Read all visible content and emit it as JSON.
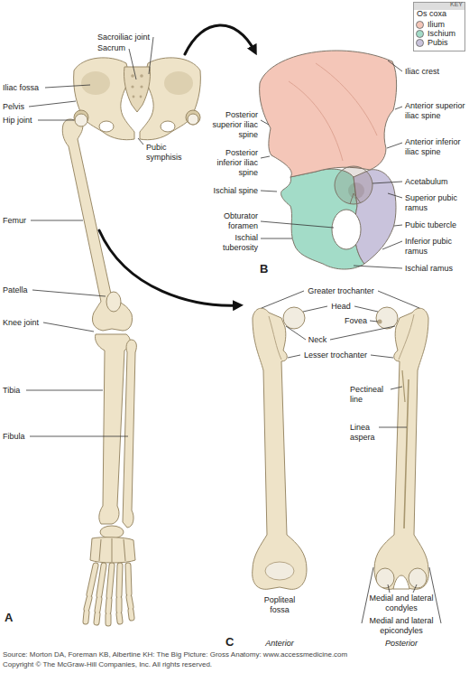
{
  "diagram": {
    "labels": [
      "Iliac fossa",
      "Sacroiliac joint",
      "Sacrum",
      "Pelvis",
      "Hip joint",
      "Pubic symphisis",
      "Femur",
      "Patella",
      "Knee joint",
      "Tibia",
      "Fibula",
      "A",
      "KEY",
      "Os coxa",
      "Iliac crest",
      "Posterior superior iliac spine",
      "Anterior superior iliac spine",
      "Anterior inferior iliac spine",
      "Posterior inferior iliac spine",
      "Acetabulum",
      "Ischial spine",
      "Superior pubic ramus",
      "Pubic tubercle",
      "Obturator foramen",
      "Inferior pubic ramus",
      "Ischial tuberosity",
      "Ischial ramus",
      "B",
      "Greater trochanter",
      "Head",
      "Fovea",
      "Neck",
      "Lesser trochanter",
      "Pectineal line",
      "Linea aspera",
      "Popliteal fossa",
      "Medial and lateral condyles",
      "Medial and lateral epicondyles",
      "C",
      "Anterior",
      "Posterior",
      "Source: Morton DA, Foreman KB, Albertine KH: The Big Picture: Gross Anatomy: www.accessmedicine.com",
      "Copyright © The McGraw-Hill Companies, Inc. All rights reserved."
    ],
    "legend": [
      {
        "text": "Ilium",
        "color": "#f4c6b8"
      },
      {
        "text": "Ischium",
        "color": "#a3dcc8"
      },
      {
        "text": "Pubis",
        "color": "#c9c3dc"
      }
    ]
  }
}
